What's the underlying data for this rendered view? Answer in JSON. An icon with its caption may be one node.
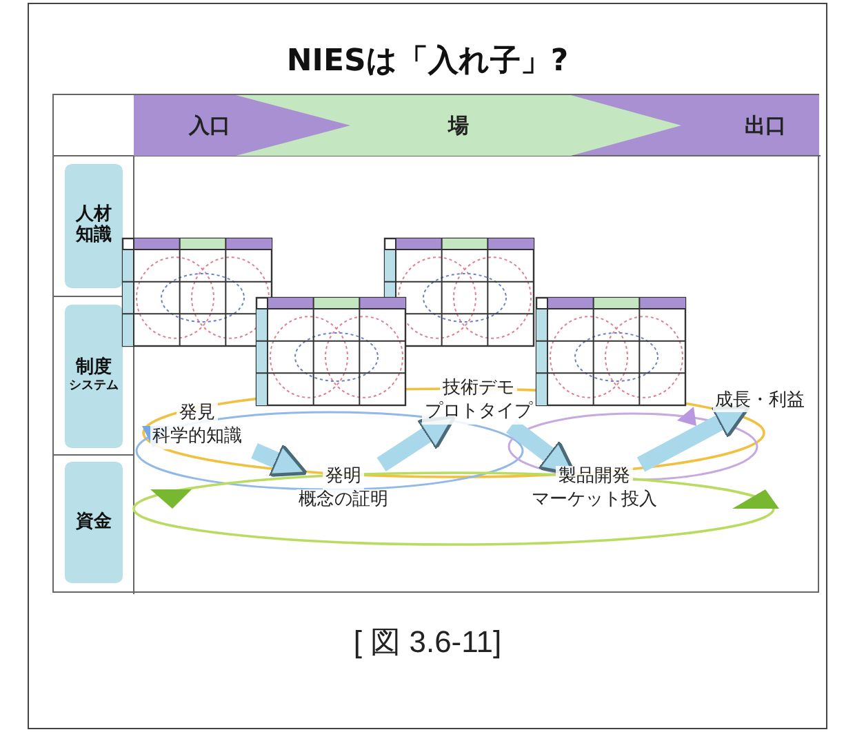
{
  "diagram": {
    "title": "NIESは「入れ子」?",
    "caption": "[ 図 3.6-11]",
    "nodes": [
      {
        "text": [
          "入口"
        ]
      },
      {
        "text": [
          "場"
        ]
      },
      {
        "text": [
          "出口"
        ]
      },
      {
        "text": [
          "人材知識"
        ]
      },
      {
        "text": [
          "制度",
          "システム"
        ]
      },
      {
        "text": [
          "資金"
        ]
      },
      {
        "text": [
          "発見",
          "科学的知識"
        ]
      },
      {
        "text": [
          "発明",
          "概念の証明"
        ]
      },
      {
        "text": [
          "技術デモ",
          "プロトタイプ"
        ]
      },
      {
        "text": [
          "製品開発",
          "マーケット投入"
        ]
      },
      {
        "text": [
          "成長・利益"
        ]
      }
    ],
    "edges": [
      {
        "from": 6,
        "to": 7,
        "arrow": "to"
      },
      {
        "from": 7,
        "to": 8,
        "arrow": "to"
      },
      {
        "from": 8,
        "to": 9,
        "arrow": "to"
      },
      {
        "from": 9,
        "to": 10,
        "arrow": "to"
      }
    ]
  }
}
